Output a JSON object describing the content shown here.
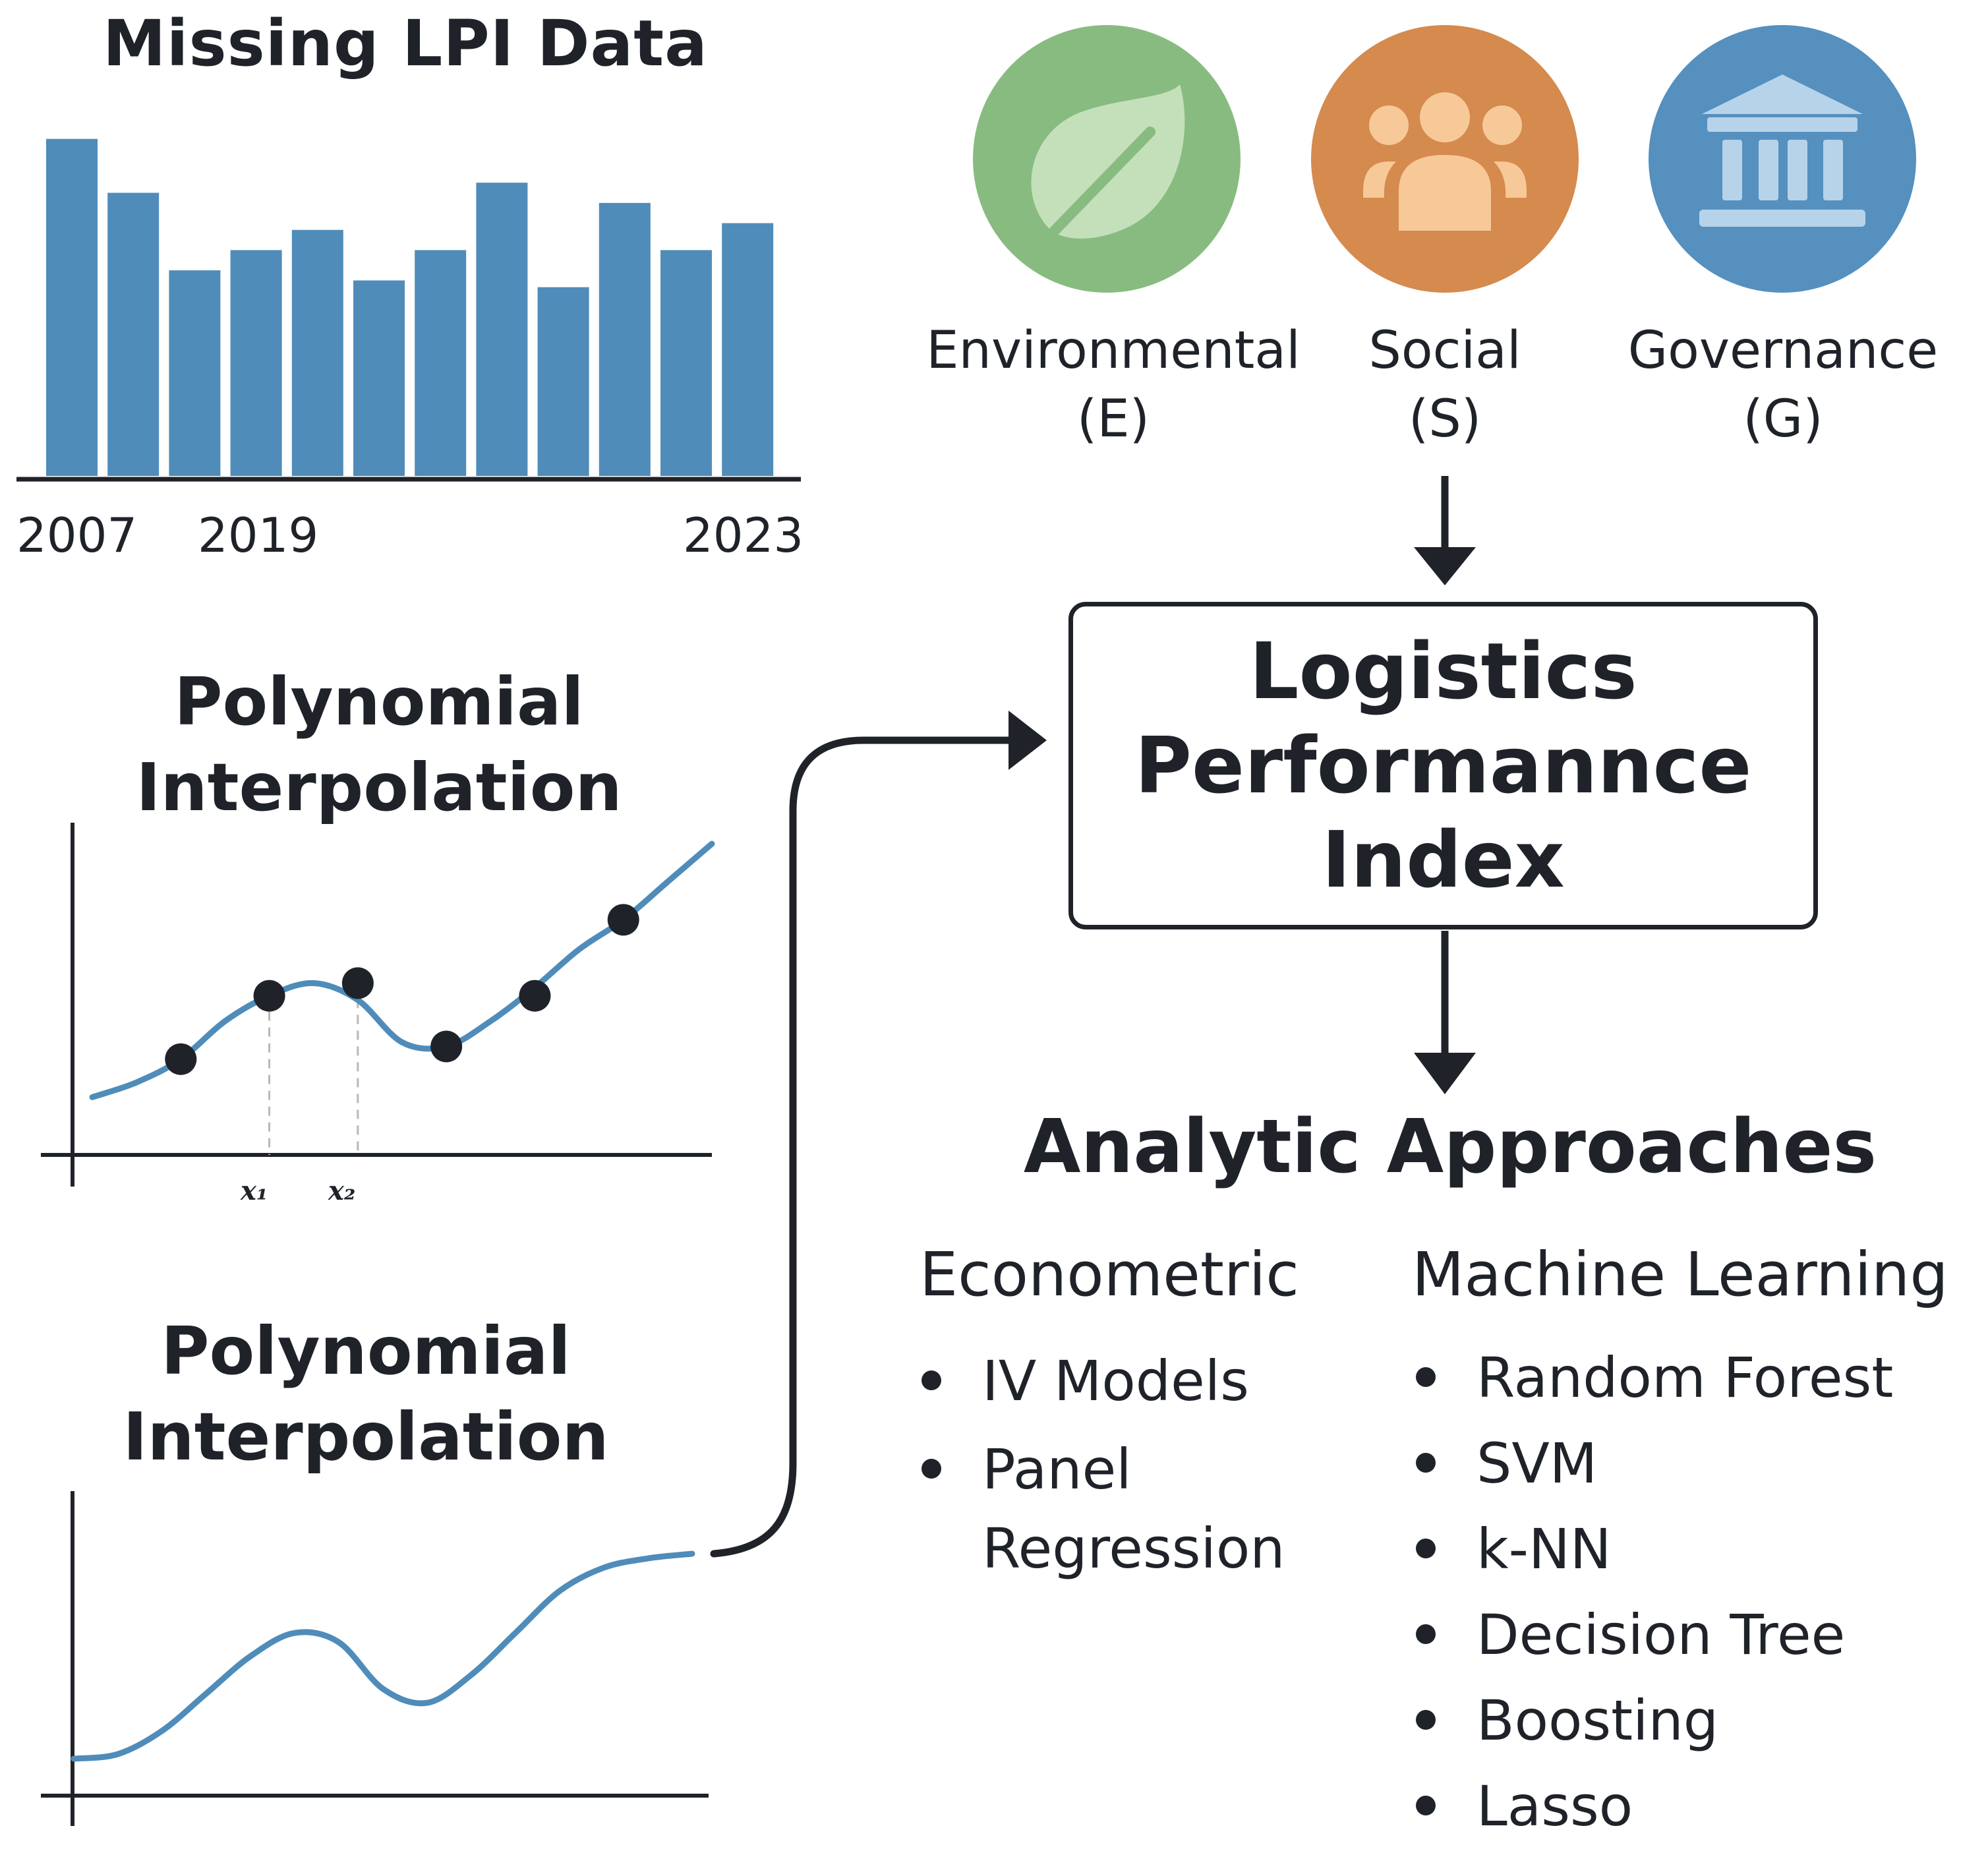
{
  "bar_panel": {
    "title": "Missing LPI Data",
    "tick_labels": [
      "2007",
      "2019",
      "2023"
    ],
    "bar_color": "#4f8cba"
  },
  "chart_data": [
    {
      "type": "bar",
      "title": "Missing LPI Data",
      "x_tick_labels": [
        "2007",
        "2019",
        "2023"
      ],
      "values": [
        100,
        84,
        61,
        67,
        73,
        58,
        67,
        87,
        56,
        81,
        67,
        75
      ],
      "ylim": [
        0,
        106
      ],
      "grid": false,
      "legend": "none",
      "color": "#4f8cba"
    },
    {
      "type": "line",
      "title": "Polynomial Interpolation",
      "curve_x": [
        0,
        0.5,
        1.0,
        1.5,
        2.0,
        2.5,
        3.0,
        3.5,
        4.0,
        4.5,
        5.0,
        5.5,
        6.0,
        6.5,
        7.0
      ],
      "curve_y": [
        0.4,
        0.75,
        1.3,
        2.2,
        2.8,
        3.1,
        2.7,
        1.7,
        1.6,
        2.2,
        3.0,
        3.9,
        4.6,
        5.5,
        6.4
      ],
      "points_x": [
        1.0,
        2.0,
        3.0,
        4.0,
        5.0,
        6.0
      ],
      "points_y": [
        1.3,
        2.8,
        3.1,
        1.6,
        2.8,
        4.6
      ],
      "marked_x_labels": [
        "x₁",
        "x₂"
      ],
      "marked_x_values": [
        2.0,
        3.0
      ],
      "color": "#4f8cba",
      "point_color": "#1f2329"
    },
    {
      "type": "line",
      "title": "Polynomial Interpolation",
      "curve_x": [
        0,
        0.5,
        1.0,
        1.5,
        2.0,
        2.5,
        3.0,
        3.5,
        4.0,
        4.5,
        5.0,
        5.5,
        6.0,
        6.5,
        7.0
      ],
      "curve_y": [
        0.8,
        0.9,
        1.4,
        2.2,
        3.0,
        3.5,
        3.3,
        2.3,
        2.0,
        2.6,
        3.5,
        4.4,
        4.9,
        5.1,
        5.2
      ],
      "color": "#4f8cba"
    }
  ],
  "poly_panel_1": {
    "title": "Polynomial\nInterpolation",
    "x1": "x₁",
    "x2": "x₂"
  },
  "poly_panel_2": {
    "title": "Polynomial\nInterpolation"
  },
  "esg": {
    "items": [
      {
        "label": "Environmental\n(E)",
        "icon": "leaf-icon",
        "color": "#88bb80"
      },
      {
        "label": "Social\n(S)",
        "icon": "people-icon",
        "color": "#d58a4e"
      },
      {
        "label": "Governance\n(G)",
        "icon": "institution-icon",
        "color": "#5590bf"
      }
    ]
  },
  "lpi_box": {
    "text": "Logistics\nPerformannce\nIndex"
  },
  "analytic": {
    "title": "Analytic Approaches",
    "econometric": {
      "heading": "Econometric",
      "items": [
        "IV Models",
        "Panel\nRegression"
      ]
    },
    "ml": {
      "heading": "Machine Learning",
      "items": [
        "Random Forest",
        "SVM",
        "k-NN",
        "Decision Tree",
        "Boosting",
        "Lasso"
      ]
    }
  },
  "colors": {
    "ink": "#1f2329",
    "bar": "#4f8cba",
    "guide": "#b8b8b8"
  }
}
